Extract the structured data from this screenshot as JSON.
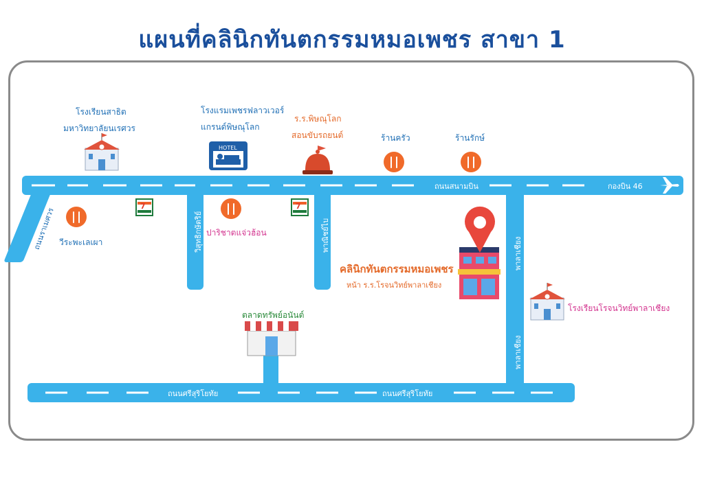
{
  "title": "แผนที่คลินิกทันตกรรมหมอเพชร  สาขา 1",
  "roads": {
    "main_road": "ถนนสนามบิน",
    "airport": "กองบิน 46",
    "bottom_road_1": "ถนนศรีสุริโยทัย",
    "bottom_road_2": "ถนนศรีสุริโยทัย",
    "diagonal_road": "ถนนราเมศวร",
    "alley_1": "วิสุทธิกษัตริย์",
    "alley_2": "พาณิชย์ไบ",
    "right_road_top": "พาลาเชียง",
    "right_road_bottom": "พาลาเชียง"
  },
  "places": {
    "school_1": "โรงเรียนสาธิต",
    "school_1_sub": "มหาวิทยาลัยนเรศวร",
    "hotel": "โรงแรมเพชรฟลาวเวอร์",
    "hotel_sub": "แกรนด์พิษณุโลก",
    "hotel_sign": "HOTEL",
    "tech_school": "ร.ร.พิษณุโลก",
    "tech_school_sub": "สอนขับรถยนต์",
    "restaurant_1": "ร้านครัว",
    "restaurant_2": "ร้านรักษ์",
    "restaurant_3": "ปาริชาตแจ่วฮ้อน",
    "restaurant_4": "วีระพะเลเผา",
    "market": "ตลาดทรัพย์อนันต์",
    "clinic": "คลินิกทันตกรรมหมอเพชร",
    "clinic_sub": "หน้า ร.ร.โรจนวิทย์พาลาเชียง",
    "school_2": "โรงเรียนโรจนวิทย์พาลาเชียง",
    "seven_eleven": "7"
  },
  "colors": {
    "road": "#3ab2ea",
    "title": "#1a4f9c",
    "clinic_pin": "#e8473c",
    "restaurant_icon": "#f06a2a"
  }
}
